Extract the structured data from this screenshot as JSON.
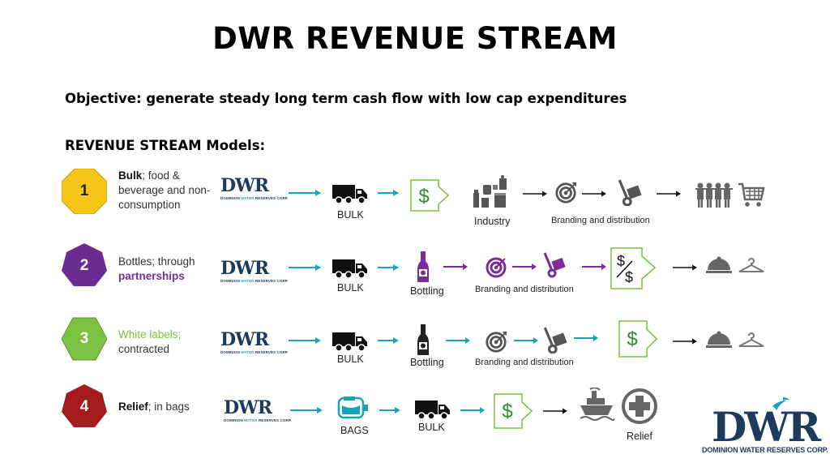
{
  "title": "DWR REVENUE STREAM",
  "objective": {
    "label": "Objective",
    "text": ": generate steady long term cash flow with low cap expenditures"
  },
  "models_heading": "REVENUE STREAM Models:",
  "logo": {
    "mark": "DWR",
    "subtitle": "DOMINION WATER RESERVES CORP.",
    "small_subtitle_a": "DOMINION ",
    "small_subtitle_b": "WATER",
    "small_subtitle_c": " RESERVES CORP."
  },
  "colors": {
    "teal_arrow": "#1aa3b8",
    "purple_arrow": "#7b2b9a",
    "green_outline": "#7dbf3c",
    "badge1": "#f5c518",
    "badge2": "#6b2c91",
    "badge3": "#7dc142",
    "badge4": "#a31b1b",
    "navy": "#1e3a5f"
  },
  "rows": [
    {
      "number": "1",
      "desc_bold": "Bulk",
      "desc_rest": "; food & beverage and non-consumption",
      "labels": {
        "bulk": "BULK",
        "industry": "Industry",
        "branding": "Branding and distribution"
      },
      "icons": [
        "dwr-logo",
        "truck-icon",
        "dollar-box-icon",
        "industry-icon",
        "target-icon",
        "hand-truck-icon",
        "people-icon",
        "shopping-cart-icon"
      ]
    },
    {
      "number": "2",
      "desc_plain": "Bottles; through",
      "desc_accent": "partnerships",
      "labels": {
        "bulk": "BULK",
        "bottling": "Bottling",
        "branding": "Branding and distribution"
      },
      "icons": [
        "dwr-logo",
        "truck-icon",
        "bottle-icon",
        "target-icon",
        "hand-truck-icon",
        "dollar-split-icon",
        "cloche-icon",
        "hanger-icon"
      ]
    },
    {
      "number": "3",
      "desc_accent": "White labels;",
      "desc_plain": "contracted",
      "labels": {
        "bulk": "BULK",
        "bottling": "Bottling",
        "branding": "Branding and distribution"
      },
      "icons": [
        "dwr-logo",
        "truck-icon",
        "bottle-icon",
        "target-icon",
        "hand-truck-icon",
        "dollar-box-icon",
        "cloche-icon",
        "hanger-icon"
      ]
    },
    {
      "number": "4",
      "desc_bold": "Relief",
      "desc_rest": "; in bags",
      "labels": {
        "bags": "BAGS",
        "bulk": "BULK",
        "relief": "Relief"
      },
      "icons": [
        "dwr-logo",
        "bag-icon",
        "truck-icon",
        "dollar-box-icon",
        "ship-icon",
        "medical-cross-icon"
      ]
    }
  ]
}
